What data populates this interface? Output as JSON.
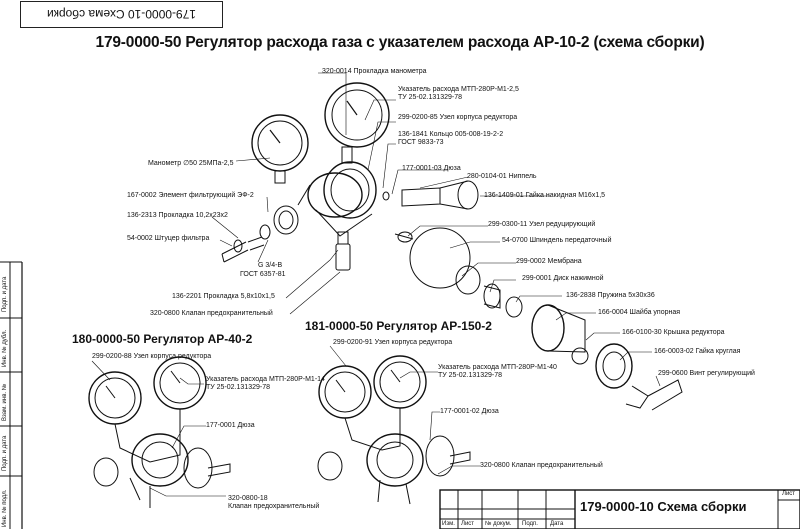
{
  "stamp": "179-0000-10 Схема сборки",
  "title": "179-0000-50 Регулятор расхода газа с указателем расхода АР-10-2 (схема сборки)",
  "sub_ar40": "180-0000-50 Регулятор АР-40-2",
  "sub_ar150": "181-0000-50 Регулятор АР-150-2",
  "labels": {
    "l01": "320-0014 Прокладка манометра",
    "l02a": "Указатель расхода МТП-280Р-М1-2,5",
    "l02b": "ТУ 25-02.131329-78",
    "l03": "299-0200-85 Узел корпуса редуктора",
    "l04a": "136-1841 Кольцо 005-008-19-2-2",
    "l04b": "ГОСТ 9833-73",
    "l05": "Манометр ∅50 25МПа-2,5",
    "l06": "177-0001-03 Дюза",
    "l07": "280-0104-01 Ниппель",
    "l08": "167-0002 Элемент фильтрующий ЭФ-2",
    "l09": "136-1409-01 Гайка накидная М16х1,5",
    "l10": "136-2313 Прокладка 10,2х23х2",
    "l11": "299-0300-11 Узел редуцирующий",
    "l12": "54-0002 Штуцер фильтра",
    "l13": "54-0700 Шпиндель передаточный",
    "l14a": "G 3/4-В",
    "l14b": "ГОСТ 6357-81",
    "l15": "299-0002 Мембрана",
    "l16": "299-0001 Диск нажимной",
    "l17": "136-2201 Прокладка 5,8х10х1,5",
    "l18": "136-2838 Пружина 5х30х36",
    "l19": "320-0800 Клапан предохранительный",
    "l20": "166-0004 Шайба упорная",
    "l21": "166-0100-30 Крышка редуктора",
    "l22": "299-0200-91 Узел корпуса редуктора",
    "l23": "166-0003-02 Гайка круглая",
    "l24": "299-0200-88 Узел корпуса редуктора",
    "l25a": "Указатель расхода МТП-280Р-М1-40",
    "l25b": "ТУ 25-02.131329-78",
    "l26": "299-0600 Винт регулирующий",
    "l27a": "Указатель расхода МТП-280Р-М1-14",
    "l27b": "ТУ 25-02.131329-78",
    "l28": "177-0001-02 Дюза",
    "l29": "177-0001 Дюза",
    "l30": "320-0800 Клапан предохранительный",
    "l31a": "320-0800-18",
    "l31b": "Клапан предохранительный"
  },
  "side_labels": [
    "Подп. и дата",
    "Инв. № дубл.",
    "Взам. инв. №",
    "Подп. и дата",
    "Инв. № подл."
  ],
  "title_block": {
    "name": "179-0000-10 Схема сборки",
    "sheet": "Лист",
    "cols": [
      "Изм.",
      "Лист",
      "№ докум.",
      "Подп.",
      "Дата"
    ]
  }
}
